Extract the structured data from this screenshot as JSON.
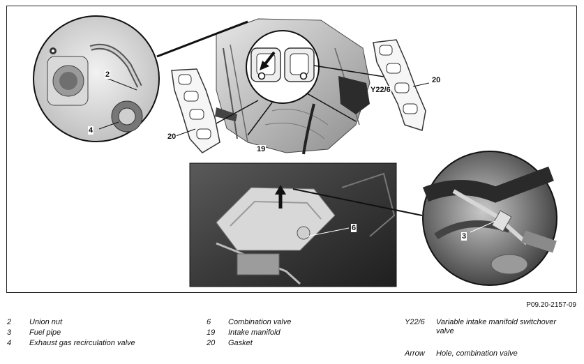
{
  "diagram": {
    "figure_ref": "P09.20-2157-09",
    "callouts": {
      "c2": "2",
      "c4": "4",
      "c20_left": "20",
      "c19": "19",
      "c20_right": "20",
      "cY226": "Y22/6",
      "c6": "6",
      "c3": "3"
    }
  },
  "legend": {
    "col1": [
      {
        "num": "2",
        "text": "Union nut"
      },
      {
        "num": "3",
        "text": "Fuel pipe"
      },
      {
        "num": "4",
        "text": "Exhaust gas recirculation valve"
      }
    ],
    "col2": [
      {
        "num": "6",
        "text": "Combination valve"
      },
      {
        "num": "19",
        "text": "Intake manifold"
      },
      {
        "num": "20",
        "text": "Gasket"
      }
    ],
    "col3": [
      {
        "num": "Y22/6",
        "text_line1": "Variable intake manifold switchover",
        "text_line2": "valve"
      },
      {
        "num": "Arrow",
        "text_line1": "Hole, combination valve",
        "text_line2": ""
      }
    ]
  }
}
